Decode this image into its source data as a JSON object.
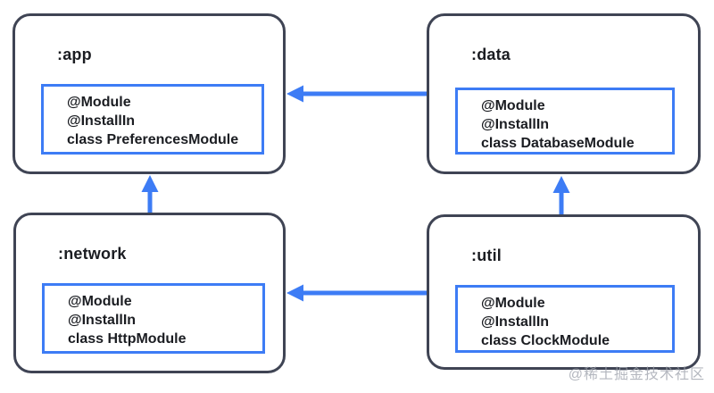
{
  "colors": {
    "background": "#ffffff",
    "module_border": "#3f4454",
    "accent_blue": "#3d7cf5",
    "text": "#1b1d22",
    "watermark": "#9ba0aa"
  },
  "diagram": {
    "modules": [
      {
        "id": "app",
        "label": ":app",
        "code_lines": [
          "@Module",
          "@InstallIn",
          "class PreferencesModule"
        ]
      },
      {
        "id": "data",
        "label": ":data",
        "code_lines": [
          "@Module",
          "@InstallIn",
          "class DatabaseModule"
        ]
      },
      {
        "id": "network",
        "label": ":network",
        "code_lines": [
          "@Module",
          "@InstallIn",
          "class HttpModule"
        ]
      },
      {
        "id": "util",
        "label": ":util",
        "code_lines": [
          "@Module",
          "@InstallIn",
          "class ClockModule"
        ]
      }
    ],
    "dependencies": [
      {
        "from": ":data",
        "to": ":app"
      },
      {
        "from": ":network",
        "to": ":app"
      },
      {
        "from": ":util",
        "to": ":data"
      },
      {
        "from": ":util",
        "to": ":network"
      }
    ]
  },
  "watermark": "@稀土掘金技术社区"
}
